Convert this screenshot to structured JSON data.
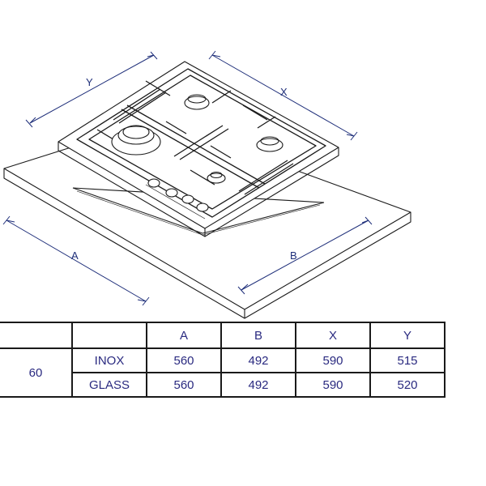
{
  "dimension_labels": {
    "x": "X",
    "y": "Y",
    "a": "A",
    "b": "B"
  },
  "table": {
    "headers": [
      "A",
      "B",
      "X",
      "Y"
    ],
    "group_label": "60",
    "rows": [
      {
        "material": "INOX",
        "values": [
          "560",
          "492",
          "590",
          "515"
        ]
      },
      {
        "material": "GLASS",
        "values": [
          "560",
          "492",
          "590",
          "520"
        ]
      }
    ]
  },
  "colors": {
    "dimension": "#1f2f7a",
    "outline": "#1a1a1a"
  }
}
